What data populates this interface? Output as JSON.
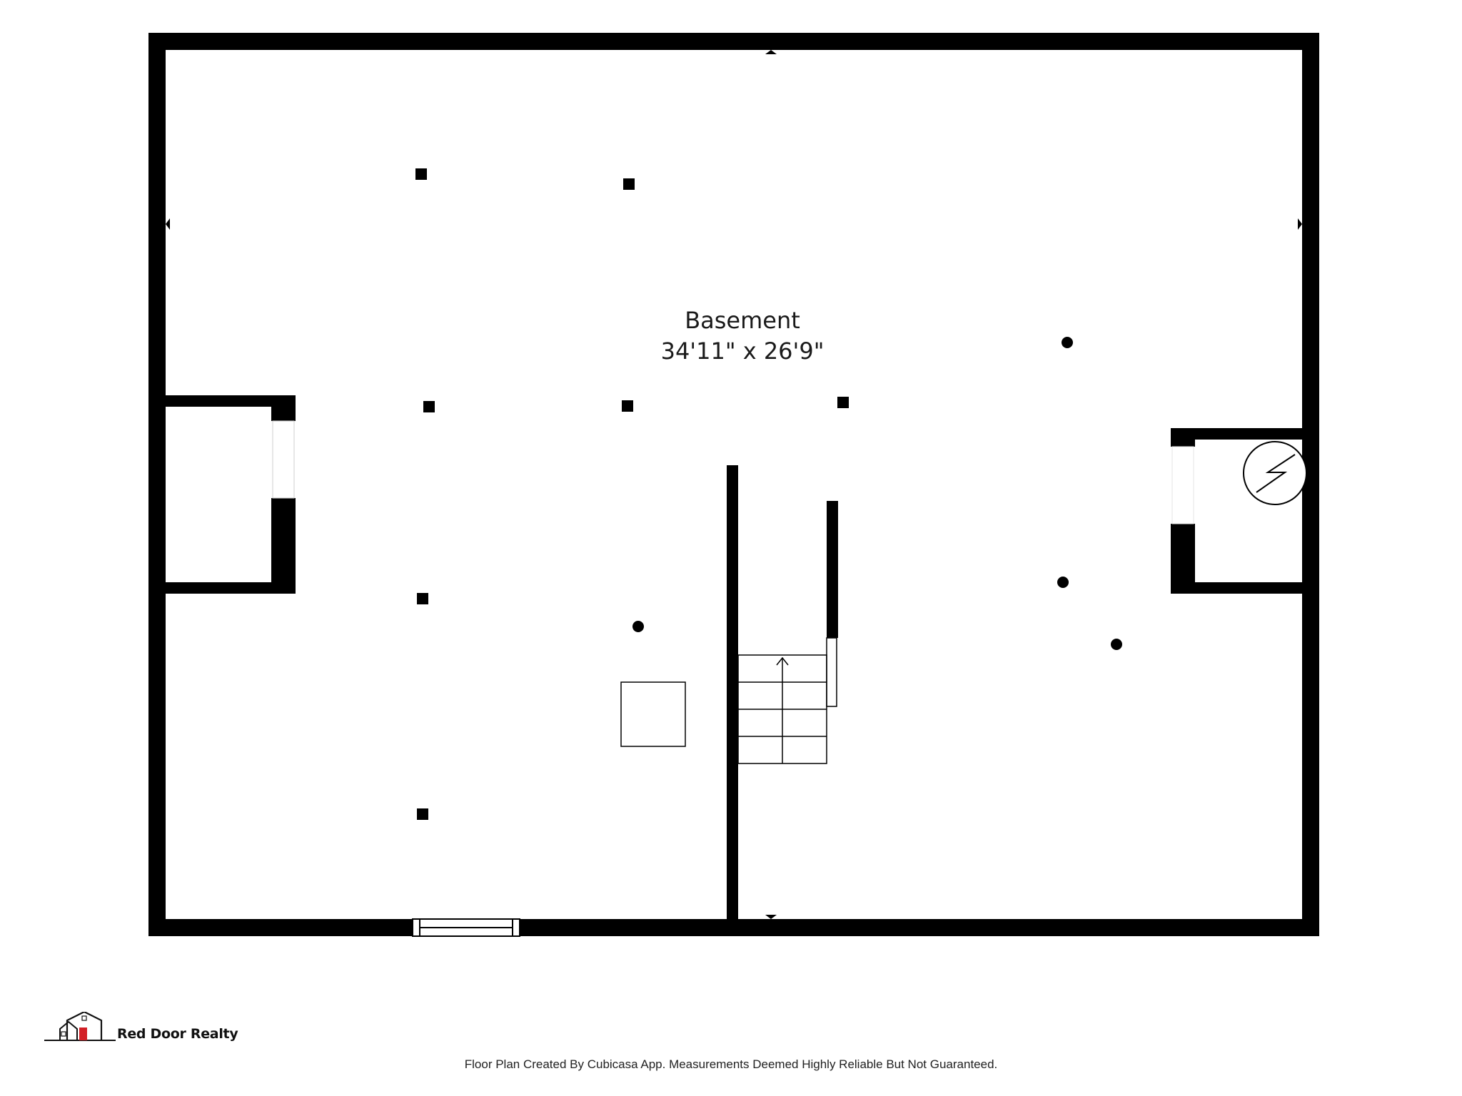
{
  "room": {
    "name": "Basement",
    "dimensions": "34'11\" x 26'9\""
  },
  "brand": {
    "name": "Red Door Realty",
    "accent_color": "#d21f26"
  },
  "footer": {
    "note": "Floor Plan Created By Cubicasa App. Measurements Deemed Highly Reliable But Not Guaranteed."
  },
  "icons": {
    "electrical_panel": "electrical-panel-icon",
    "stairs_direction": "arrow-up-icon"
  },
  "colors": {
    "wall": "#000000",
    "background": "#ffffff"
  }
}
